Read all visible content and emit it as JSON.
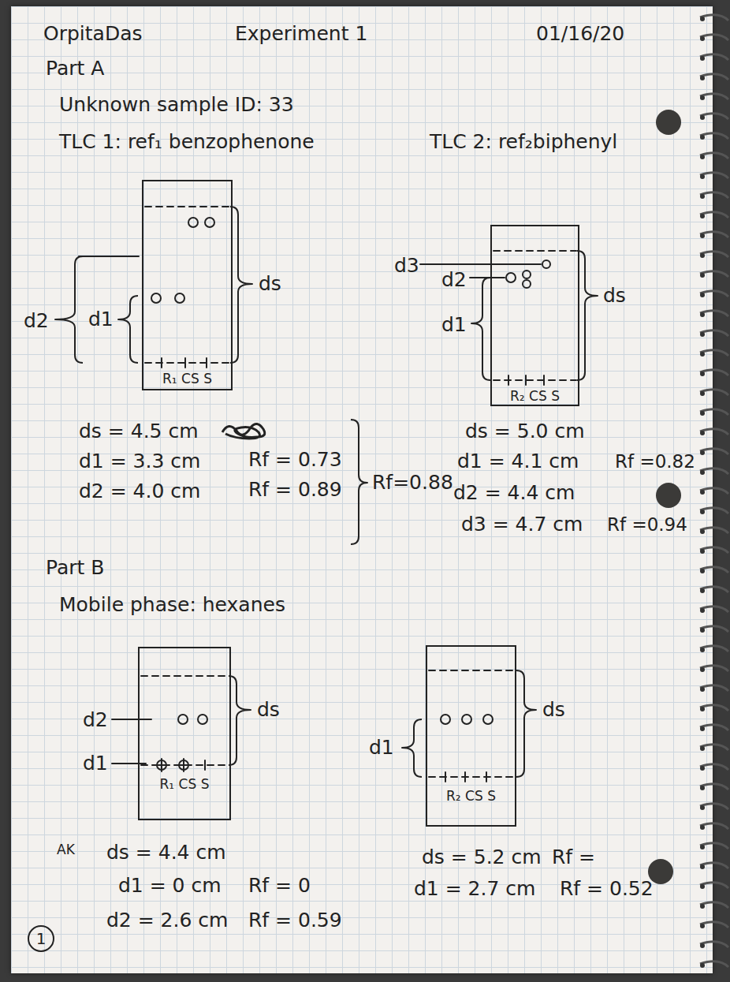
{
  "diagram": {
    "nodes": [
      {
        "text": [
          "R₁ CS S"
        ]
      },
      {
        "text": [
          "R₂ CS S"
        ]
      },
      {
        "text": [
          "R₁ CS S"
        ]
      },
      {
        "text": [
          "R₂ CS S"
        ]
      }
    ],
    "labels": [
      "OrpitaDas",
      "Experiment 1",
      "01/16/20",
      "Part A",
      "Unknown sample ID: 33",
      "TLC 1: ref₁ benzophenone",
      "TLC 2: ref₂biphenyl",
      "d2",
      "d1",
      "ds",
      "d3",
      "d2",
      "d1",
      "ds",
      "ds = 4.5 cm",
      "d1 = 3.3 cm",
      "Rf = 0.73",
      "d2 = 4.0 cm",
      "Rf = 0.89",
      "Rf=0.88",
      "ds = 5.0 cm",
      "d1 = 4.1 cm",
      "Rf =0.82",
      "d2 = 4.4 cm",
      "d3 = 4.7 cm",
      "Rf =0.94",
      "Part B",
      "Mobile phase: hexanes",
      "d2",
      "d1",
      "ds",
      "d1",
      "ds",
      "AK",
      "ds = 4.4 cm",
      "d1 = 0 cm",
      "Rf = 0",
      "d2 = 2.6 cm",
      "Rf = 0.59",
      "1",
      "ds = 5.2 cm",
      "Rf =",
      "d1 = 2.7 cm",
      "Rf = 0.52"
    ]
  }
}
